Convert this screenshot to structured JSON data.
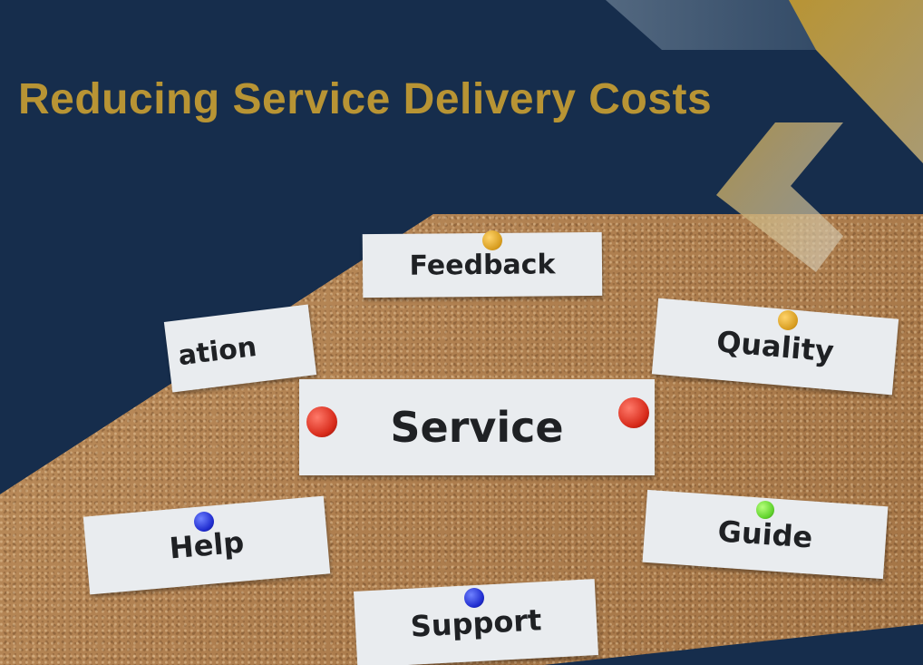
{
  "title": "Reducing Service Delivery Costs",
  "colors": {
    "background": "#162d4c",
    "title": "#b89434",
    "card": "#e9ecef",
    "cork": "#b98a57"
  },
  "cards": {
    "feedback": "Feedback",
    "partial": "ation",
    "quality": "Quality",
    "service": "Service",
    "help": "Help",
    "guide": "Guide",
    "support": "Support"
  },
  "pins": [
    "yellow",
    "yellow",
    "red",
    "red",
    "blue",
    "green",
    "blue"
  ]
}
